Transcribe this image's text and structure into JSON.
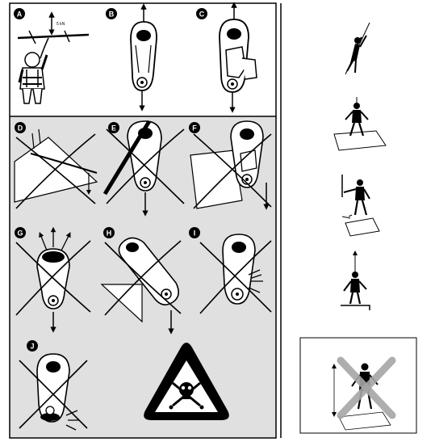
{
  "panels": {
    "top": [
      {
        "id": "A",
        "badge": "A",
        "force_label": "5 kN"
      },
      {
        "id": "B",
        "badge": "B"
      },
      {
        "id": "C",
        "badge": "C"
      }
    ],
    "incorrect": [
      {
        "id": "D",
        "badge": "D"
      },
      {
        "id": "E",
        "badge": "E"
      },
      {
        "id": "F",
        "badge": "F"
      },
      {
        "id": "G",
        "badge": "G"
      },
      {
        "id": "H",
        "badge": "H"
      },
      {
        "id": "I",
        "badge": "I"
      },
      {
        "id": "J",
        "badge": "J"
      }
    ],
    "warning": {
      "icon": "skull-crossbones-warning-icon"
    }
  },
  "side_figures": [
    {
      "icon": "climber-on-rope-icon"
    },
    {
      "icon": "worker-on-platform-icon"
    },
    {
      "icon": "worker-beside-post-icon"
    },
    {
      "icon": "worker-on-ledge-icon"
    },
    {
      "icon": "crossed-out-worker-icon"
    }
  ],
  "colors": {
    "ink": "#000000",
    "grey_panel": "#e0e0e0",
    "cross": "#a6a6a6",
    "badge": "#000000"
  }
}
